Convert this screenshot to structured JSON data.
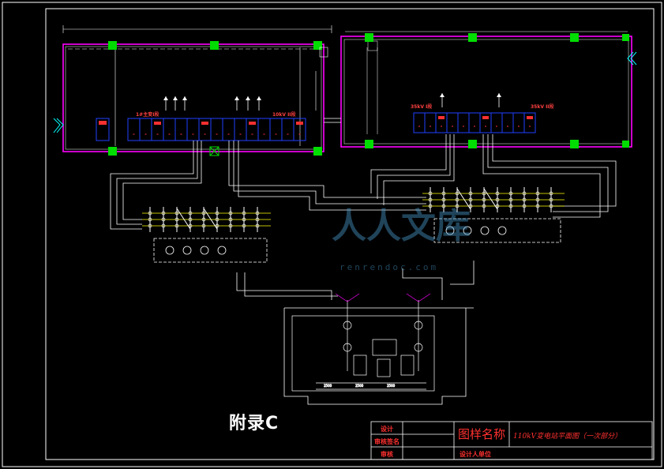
{
  "appendix_label": "附录C",
  "watermark": {
    "text": "人人文库",
    "sub": "renrendoc.com"
  },
  "bus_labels": {
    "left_1": "1#主变I段",
    "left_2": "10kV II段",
    "right_1": "35kV I段",
    "right_2": "35kV II段"
  },
  "title_block": {
    "row1_label": "设计",
    "row2_label": "审核签名",
    "row3_label": "审核",
    "designer_unit_label": "设计人单位",
    "drawing_name_label": "图样名称",
    "drawing_title": "110kV变电站平面图（一次部分）"
  },
  "colors": {
    "background": "#000000",
    "frame": "#ffffff",
    "wall_magenta": "#ff00ff",
    "marker_green": "#00dd00",
    "equipment_blue": "#2040ff",
    "label_red": "#ff3030",
    "conductor_yellow": "#ffff00",
    "cyan": "#00ffff"
  }
}
